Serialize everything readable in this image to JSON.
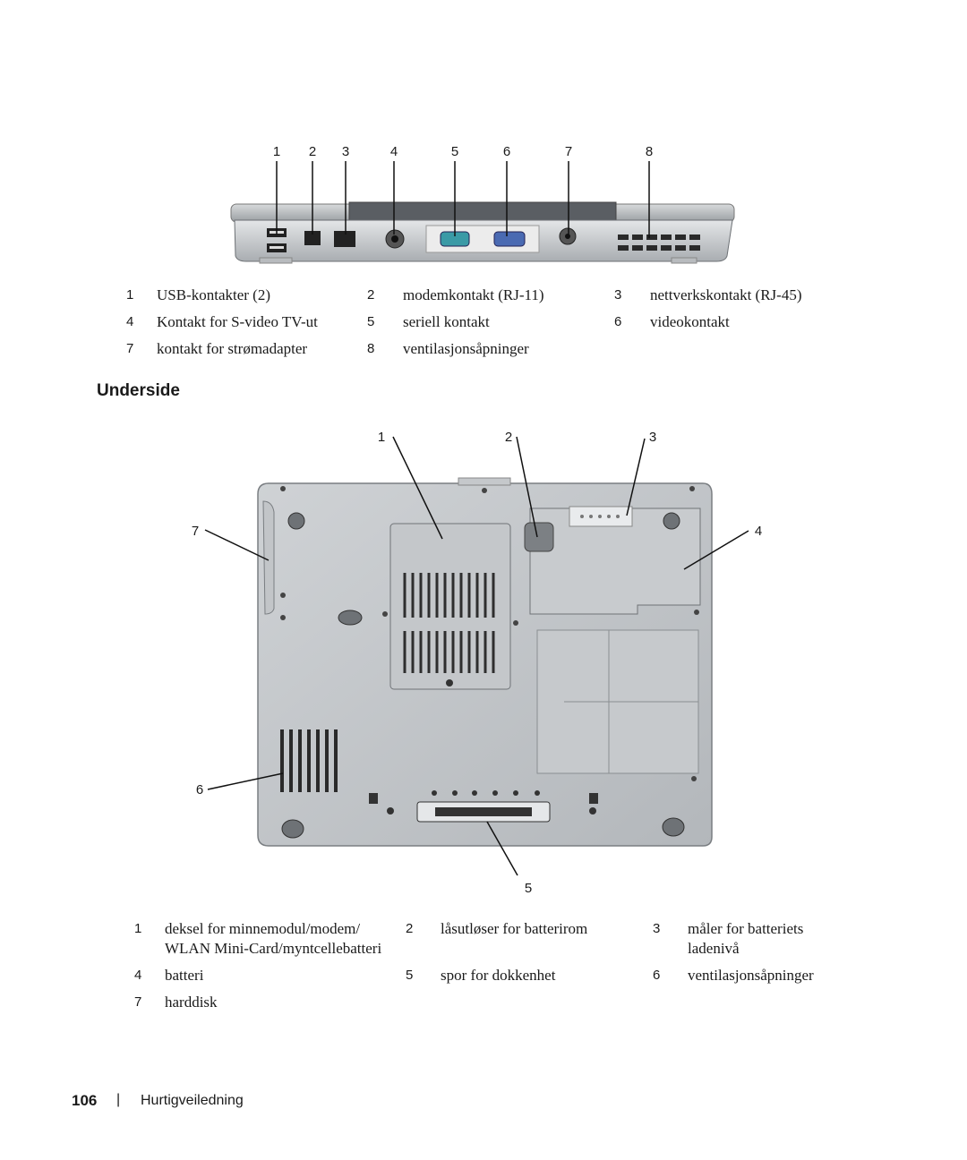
{
  "back_view": {
    "callouts": [
      "1",
      "2",
      "3",
      "4",
      "5",
      "6",
      "7",
      "8"
    ],
    "legend": [
      {
        "num": "1",
        "text": "USB-kontakter (2)"
      },
      {
        "num": "2",
        "text": "modemkontakt (RJ-11)"
      },
      {
        "num": "3",
        "text": "nettverkskontakt (RJ-45)"
      },
      {
        "num": "4",
        "text": "Kontakt for S-video TV-ut"
      },
      {
        "num": "5",
        "text": "seriell kontakt"
      },
      {
        "num": "6",
        "text": "videokontakt"
      },
      {
        "num": "7",
        "text": "kontakt for strømadapter"
      },
      {
        "num": "8",
        "text": "ventilasjonsåpninger"
      }
    ]
  },
  "bottom_view": {
    "heading": "Underside",
    "callouts": [
      "1",
      "2",
      "3",
      "4",
      "5",
      "6",
      "7"
    ],
    "legend": [
      {
        "num": "1",
        "line1": "deksel for minnemodul/modem/",
        "line2": "WLAN Mini-Card/myntcellebatteri"
      },
      {
        "num": "2",
        "line1": "låsutløser for batterirom",
        "line2": ""
      },
      {
        "num": "3",
        "line1": "måler for batteriets",
        "line2": "ladenivå"
      },
      {
        "num": "4",
        "line1": "batteri",
        "line2": ""
      },
      {
        "num": "5",
        "line1": "spor for dokkenhet",
        "line2": ""
      },
      {
        "num": "6",
        "line1": "ventilasjonsåpninger",
        "line2": ""
      },
      {
        "num": "7",
        "line1": "harddisk",
        "line2": ""
      }
    ]
  },
  "footer": {
    "page_number": "106",
    "separator": "|",
    "section": "Hurtigveiledning"
  }
}
